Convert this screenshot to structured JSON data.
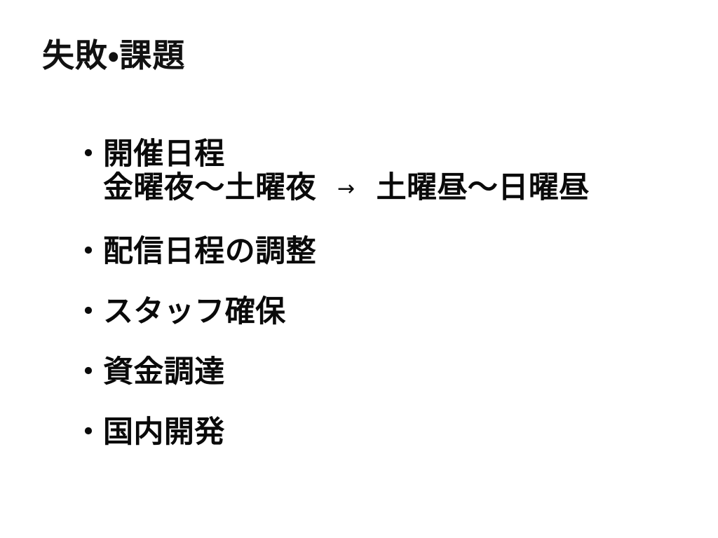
{
  "slide": {
    "title": "失敗・課題",
    "background_color": "#ffffff",
    "text_color": "#0a0a0a",
    "bullet_marker": "・",
    "arrow_glyph": "→",
    "bullets": [
      {
        "label": "開催日程",
        "detail": {
          "before": "金曜夜〜土曜夜",
          "arrow": "→",
          "after": "土曜昼〜日曜昼"
        }
      },
      {
        "label": "配信日程の調整"
      },
      {
        "label": "スタッフ確保"
      },
      {
        "label": "資金調達"
      },
      {
        "label": "国内開発"
      }
    ]
  }
}
